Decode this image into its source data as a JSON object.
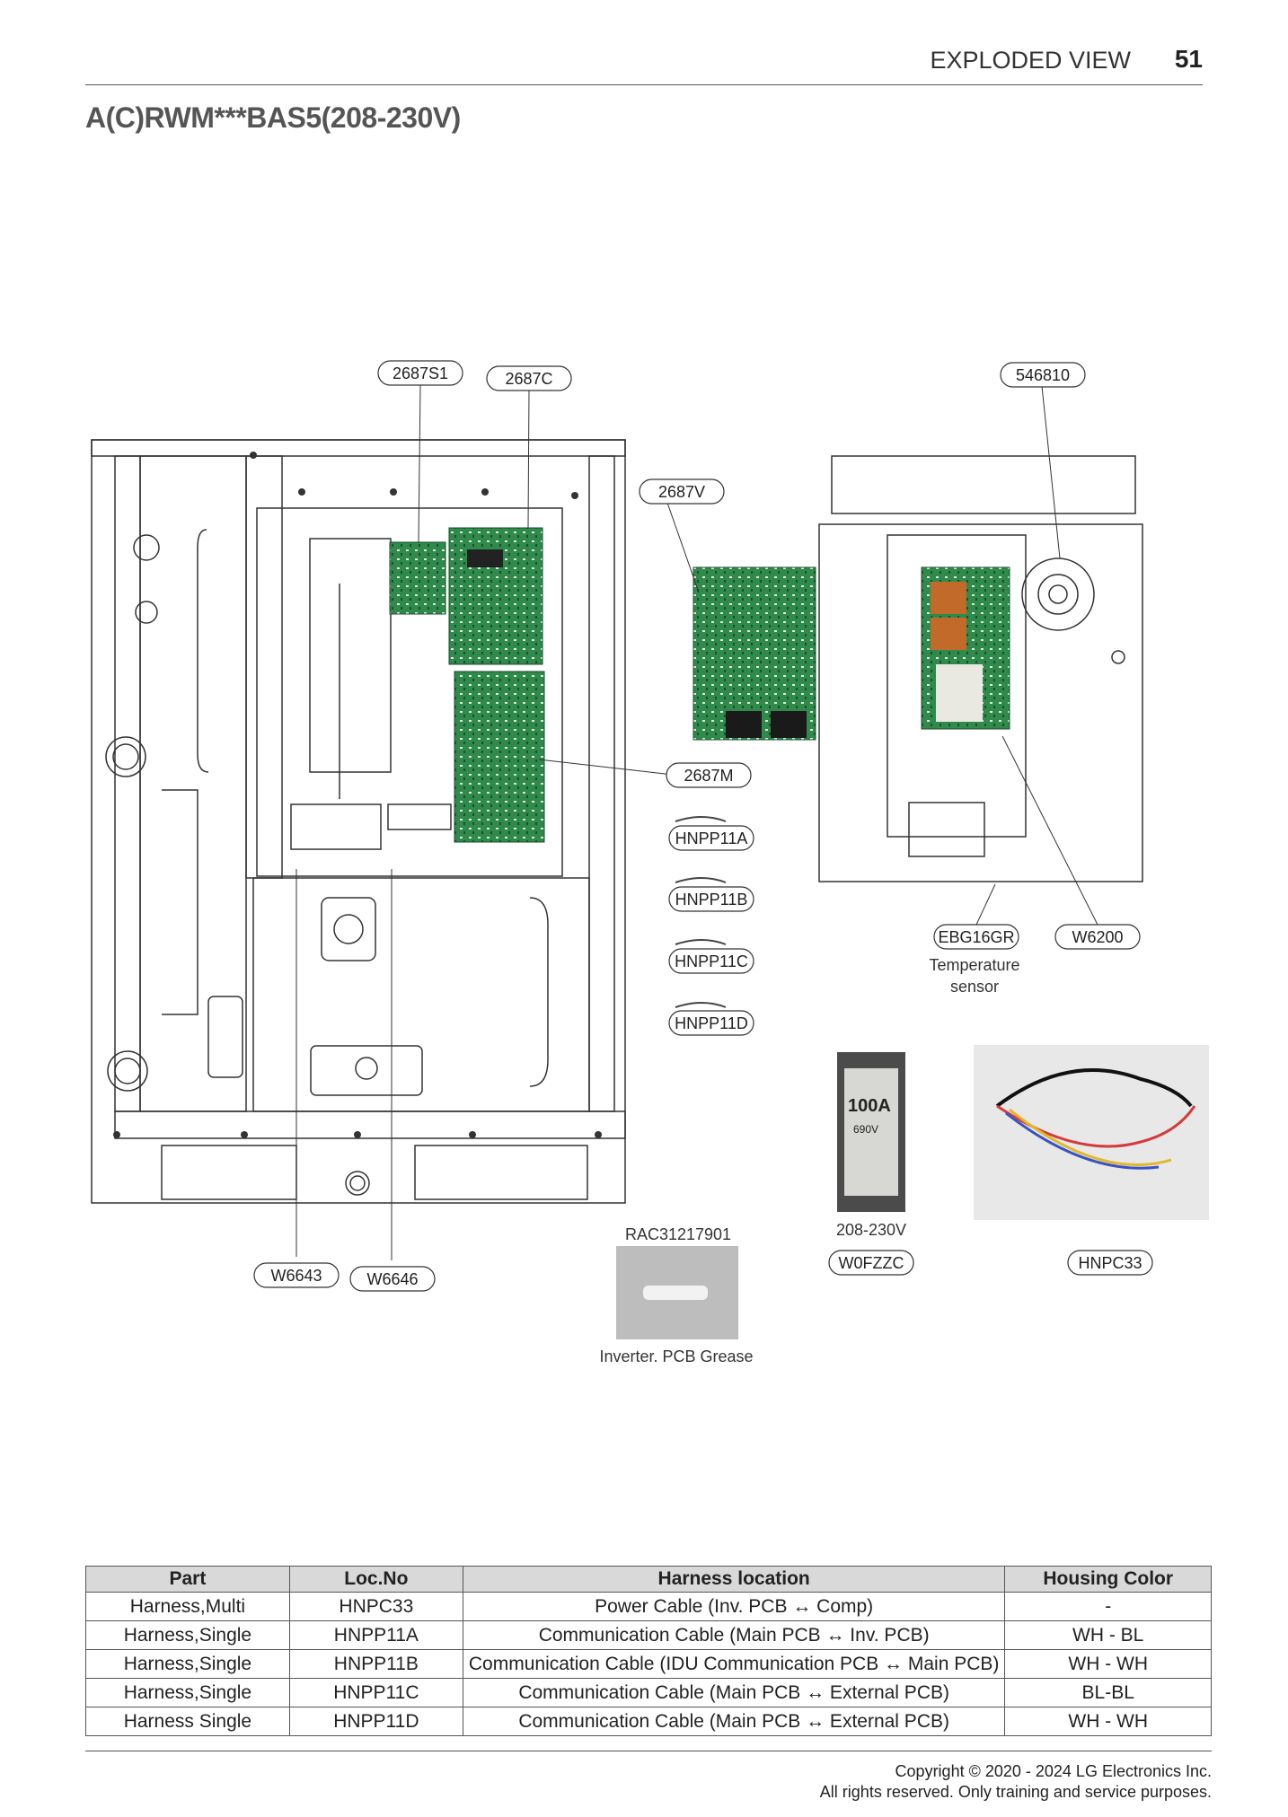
{
  "header": {
    "section_title": "EXPLODED VIEW",
    "page_number": "51"
  },
  "model_title": "A(C)RWM***BAS5(208-230V)",
  "callouts": {
    "c_2687S1": "2687S1",
    "c_2687C": "2687C",
    "c_546810": "546810",
    "c_2687V": "2687V",
    "c_2687M": "2687M",
    "c_HNPP11A": "HNPP11A",
    "c_HNPP11B": "HNPP11B",
    "c_HNPP11C": "HNPP11C",
    "c_HNPP11D": "HNPP11D",
    "c_EBG16GR": "EBG16GR",
    "c_W6200": "W6200",
    "c_W6643": "W6643",
    "c_W6646": "W6646",
    "c_W0FZZC": "W0FZZC",
    "c_HNPC33": "HNPC33"
  },
  "captions": {
    "temp_sensor_line1": "Temperature",
    "temp_sensor_line2": "sensor",
    "rac_part": "RAC31217901",
    "grease": "Inverter. PCB Grease",
    "fuse_voltage": "208-230V",
    "fuse_rating": "100A",
    "fuse_volt_mark": "690V"
  },
  "table": {
    "headers": [
      "Part",
      "Loc.No",
      "Harness location",
      "Housing Color"
    ],
    "rows": [
      [
        "Harness,Multi",
        "HNPC33",
        "Power Cable (Inv. PCB ↔ Comp)",
        "-"
      ],
      [
        "Harness,Single",
        "HNPP11A",
        "Communication Cable (Main PCB ↔ Inv. PCB)",
        "WH - BL"
      ],
      [
        "Harness,Single",
        "HNPP11B",
        "Communication Cable (IDU Communication PCB ↔ Main PCB)",
        "WH - WH"
      ],
      [
        "Harness,Single",
        "HNPP11C",
        "Communication Cable (Main PCB ↔ External PCB)",
        "BL-BL"
      ],
      [
        "Harness Single",
        "HNPP11D",
        "Communication Cable (Main PCB ↔ External PCB)",
        "WH - WH"
      ]
    ]
  },
  "footer": {
    "line1": "Copyright © 2020 - 2024 LG Electronics Inc.",
    "line2": "All rights reserved. Only training and service purposes."
  },
  "colors": {
    "pcb_green": "#2f8a4c",
    "line": "#333333",
    "header_gray": "#d9d9d9",
    "title_gray": "#555555"
  }
}
